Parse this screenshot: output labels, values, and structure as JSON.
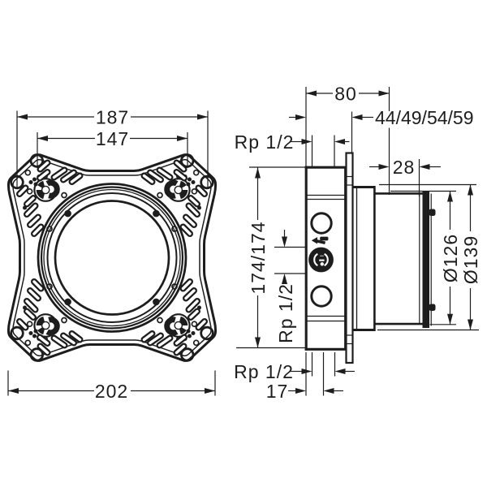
{
  "page": {
    "background_color": "#ffffff",
    "line_color": "#1d1d1d",
    "description": "Technical dimension drawing of a concealed installation basic set: front view of cross-shaped mounting plate (left) and side profile view (right)"
  },
  "front_view": {
    "dim_width_holes_outer": "187",
    "dim_width_holes_inner": "147",
    "dim_width_plate": "202"
  },
  "side_view": {
    "dim_depth_total": "80",
    "dim_depth_range": "44/49/54/59",
    "dim_cylinder_depth": "28",
    "dim_thread_top": "Rp 1/2",
    "dim_height_range": "174/174",
    "dim_thread_mid": "Rp 1/2",
    "dim_diameter_inner": "Ø126",
    "dim_diameter_outer": "Ø139",
    "dim_thread_bottom": "Rp 1/2",
    "dim_axis_offset": "17"
  }
}
